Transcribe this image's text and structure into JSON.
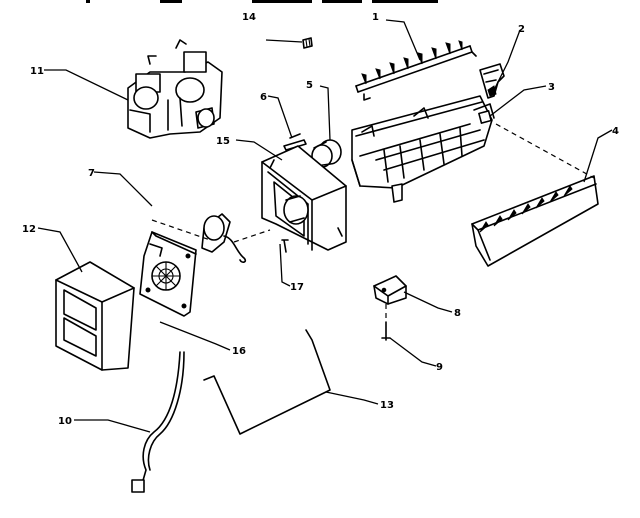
{
  "callouts": [
    {
      "id": "callout-1",
      "text": "1"
    },
    {
      "id": "callout-2",
      "text": "2"
    },
    {
      "id": "callout-3",
      "text": "3"
    },
    {
      "id": "callout-4",
      "text": "4"
    },
    {
      "id": "callout-5",
      "text": "5"
    },
    {
      "id": "callout-6",
      "text": "6"
    },
    {
      "id": "callout-7",
      "text": "7"
    },
    {
      "id": "callout-8",
      "text": "8"
    },
    {
      "id": "callout-9",
      "text": "9"
    },
    {
      "id": "callout-10",
      "text": "10"
    },
    {
      "id": "callout-11",
      "text": "11"
    },
    {
      "id": "callout-12",
      "text": "12"
    },
    {
      "id": "callout-13",
      "text": "13"
    },
    {
      "id": "callout-14",
      "text": "14"
    },
    {
      "id": "callout-15",
      "text": "15"
    },
    {
      "id": "callout-16",
      "text": "16"
    },
    {
      "id": "callout-17",
      "text": "17"
    }
  ]
}
